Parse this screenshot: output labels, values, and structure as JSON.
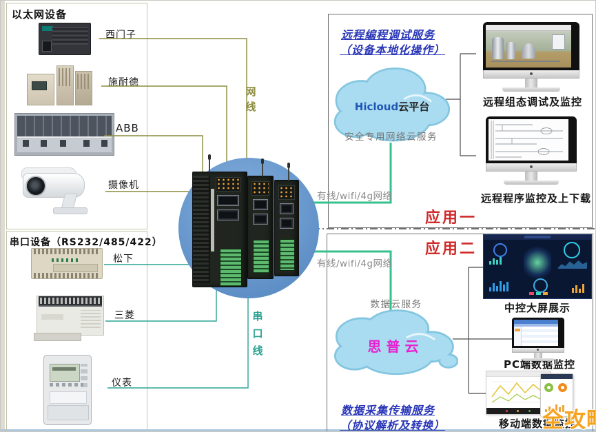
{
  "watermark": "全攻略",
  "left_panel": {
    "ethernet_box": {
      "title": "以太网设备",
      "devices": [
        {
          "name": "siemens-plc",
          "label": "西门子"
        },
        {
          "name": "schneider-plc",
          "label": "施耐德"
        },
        {
          "name": "abb-plc",
          "label": "ABB"
        },
        {
          "name": "ip-camera",
          "label": "摄像机"
        }
      ]
    },
    "serial_box": {
      "title": "串口设备（RS232/485/422）",
      "devices": [
        {
          "name": "panasonic-plc",
          "label": "松下"
        },
        {
          "name": "mitsubishi-plc",
          "label": "三菱"
        },
        {
          "name": "power-meter",
          "label": "仪表"
        }
      ]
    }
  },
  "center": {
    "ethernet_cable_label": "网线",
    "serial_cable_label": "串口线"
  },
  "app_one": {
    "badge": "应用一",
    "service_title_line1": "远程编程调试服务",
    "service_title_line2": "（设备本地化操作）",
    "cloud_brand": "Hicloud",
    "cloud_suffix": "云平台",
    "cloud_caption": "安全专用网络云服务",
    "network_label": "有线/wifi/4g网络",
    "monitor_captions": [
      "远程组态调试及监控",
      "远程程序监控及上下载"
    ]
  },
  "app_two": {
    "badge": "应用二",
    "network_label": "有线/wifi/4g网络",
    "cloud_caption": "数据云服务",
    "cloud_brand": "思普云",
    "service_title_line1": "数据采集传输服务",
    "service_title_line2": "（协议解析及转换）",
    "monitor_captions": [
      "中控大屏展示",
      "PC端数据监控",
      "移动端数据监控"
    ]
  },
  "colors": {
    "accent_red": "#d02a2a",
    "title_blue": "#2936b8",
    "cloud_fill": "#aadcf1",
    "ethernet_line_olive": "#8c8c3f",
    "serial_line_teal": "#2aa393",
    "wan_line_green": "#35c08c",
    "brand_magenta": "#e81fd0",
    "brand_blue": "#1f57b5",
    "watermark_orange": "#f6a21d"
  }
}
